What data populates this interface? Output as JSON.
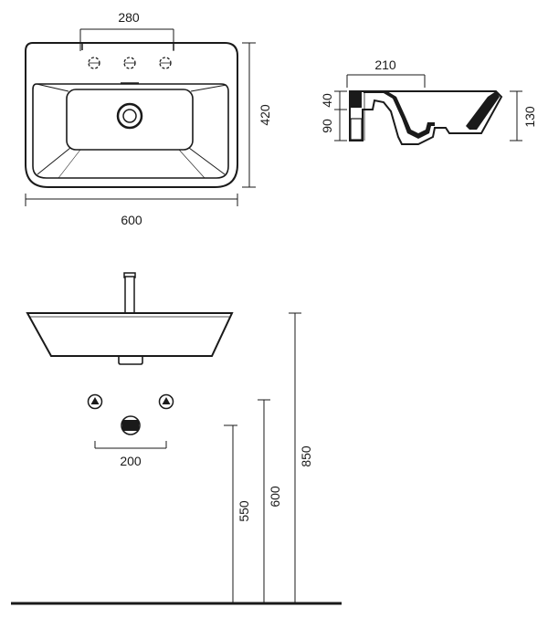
{
  "dimensions": {
    "top_view": {
      "tap_hole_span": "280",
      "width": "600",
      "depth": "420"
    },
    "side_section": {
      "inner_width": "210",
      "rim_40": "40",
      "rim_90": "90",
      "total_height": "130"
    },
    "front_view": {
      "valve_spacing": "200",
      "height_550": "550",
      "height_600": "600",
      "height_850": "850"
    }
  }
}
